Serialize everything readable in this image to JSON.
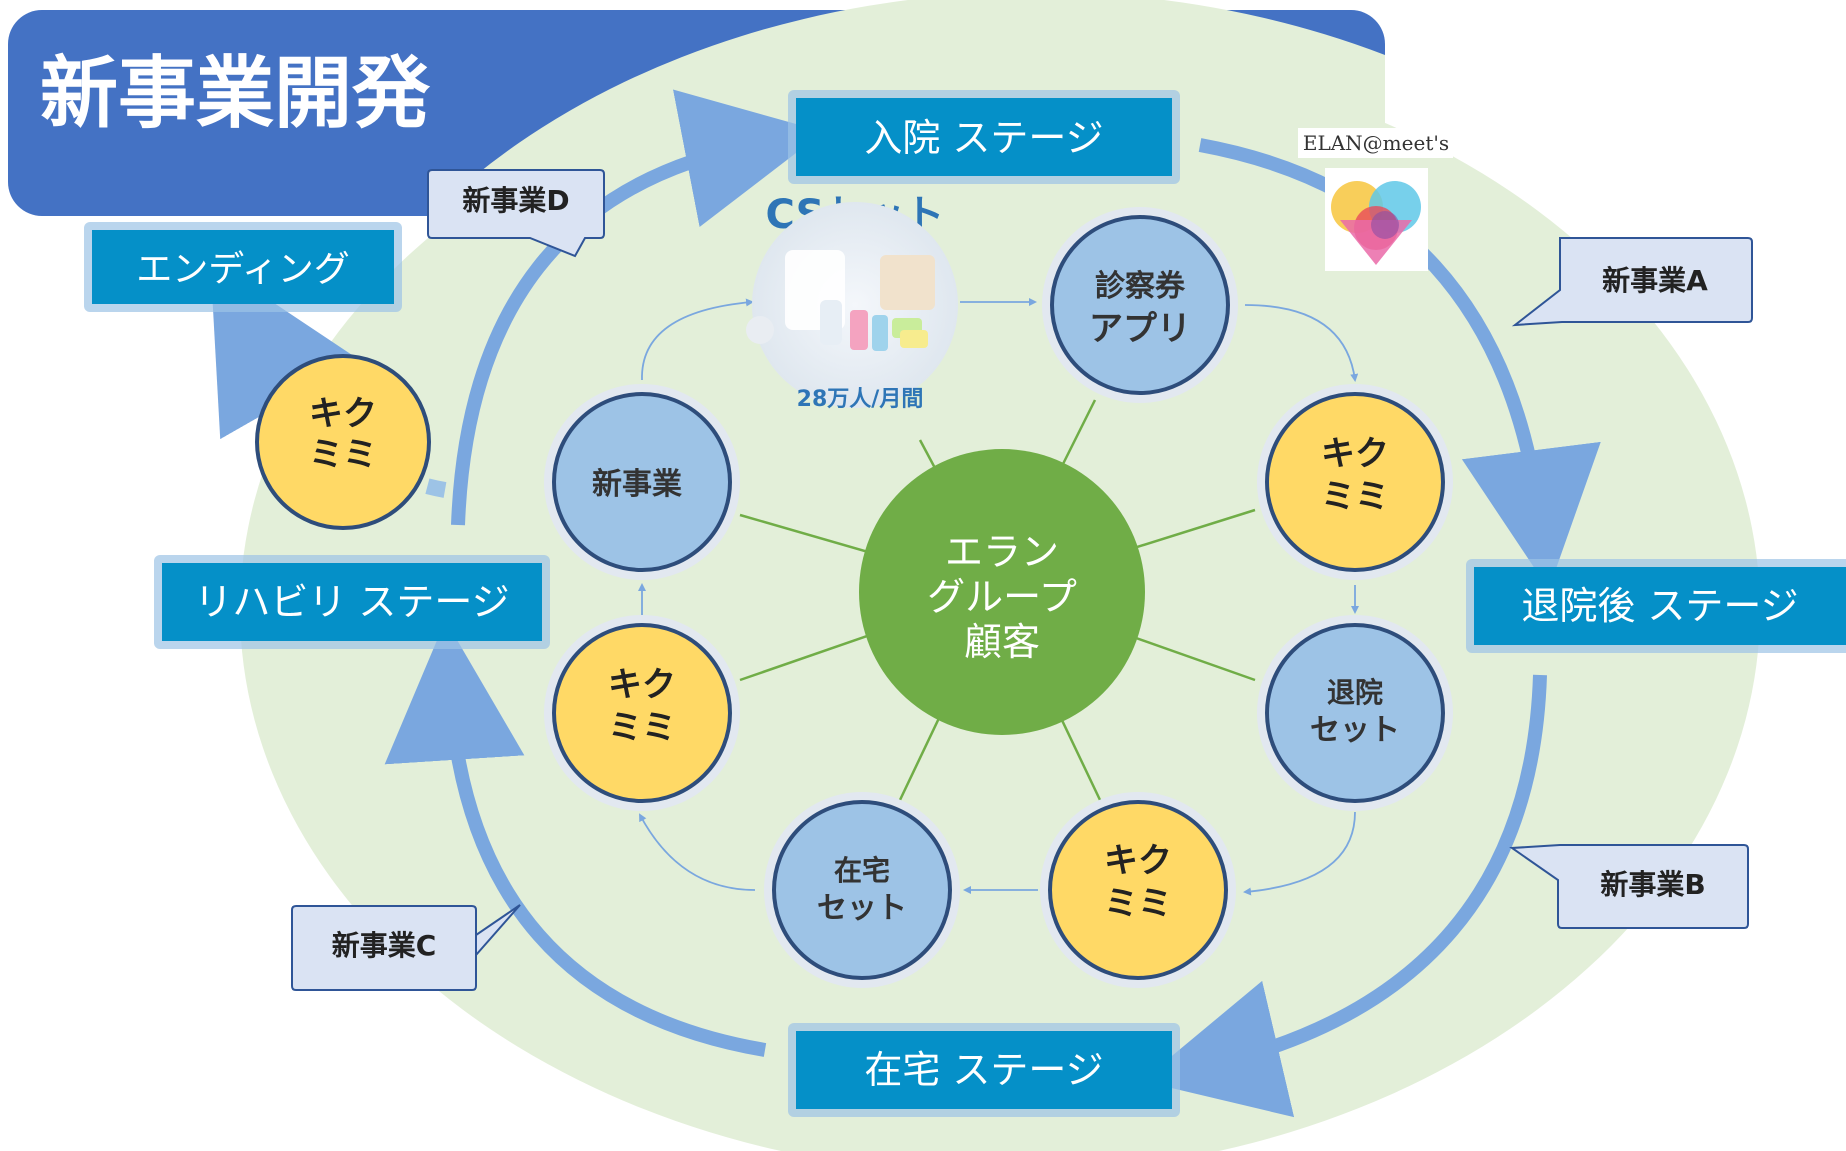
{
  "title": "新事業開発",
  "center": {
    "line1": "エラン",
    "line2": "グループ",
    "line3": "顧客"
  },
  "stages": {
    "admission": "入院 ステージ",
    "post_discharge": "退院後 ステージ",
    "home": "在宅 ステージ",
    "rehab": "リハビリ ステージ",
    "ending": "エンディング"
  },
  "callouts": {
    "a": "新事業A",
    "b": "新事業B",
    "c": "新事業C",
    "d": "新事業D"
  },
  "cs_set": {
    "label": "CSセット",
    "stat": "28万人/月間"
  },
  "app_badge": {
    "label": "ELAN@meet's"
  },
  "nodes": {
    "exam_app": {
      "line1": "診察券",
      "line2": "アプリ"
    },
    "kikumimi_right": {
      "line1": "キク",
      "line2": "ミミ"
    },
    "discharge_set": {
      "line1": "退院",
      "line2": "セット"
    },
    "kikumimi_bottom_right": {
      "line1": "キク",
      "line2": "ミミ"
    },
    "home_set": {
      "line1": "在宅",
      "line2": "セット"
    },
    "kikumimi_left": {
      "line1": "キク",
      "line2": "ミミ"
    },
    "new_business": {
      "line1": "新事業"
    },
    "kikumimi_outer": {
      "line1": "キク",
      "line2": "ミミ"
    }
  },
  "colors": {
    "background_ellipse": "#e3efd9",
    "title_bar": "#4472c4",
    "stage_box": "#0590c8",
    "stage_border": "#9dc3e6",
    "arrow": "#7aa7df",
    "blue_node": "#9dc3e6",
    "node_ring": "#2e4d7b",
    "yellow_node": "#ffd966",
    "center": "#70ad47",
    "callout_fill": "#dae3f3",
    "callout_border": "#2f5597"
  }
}
